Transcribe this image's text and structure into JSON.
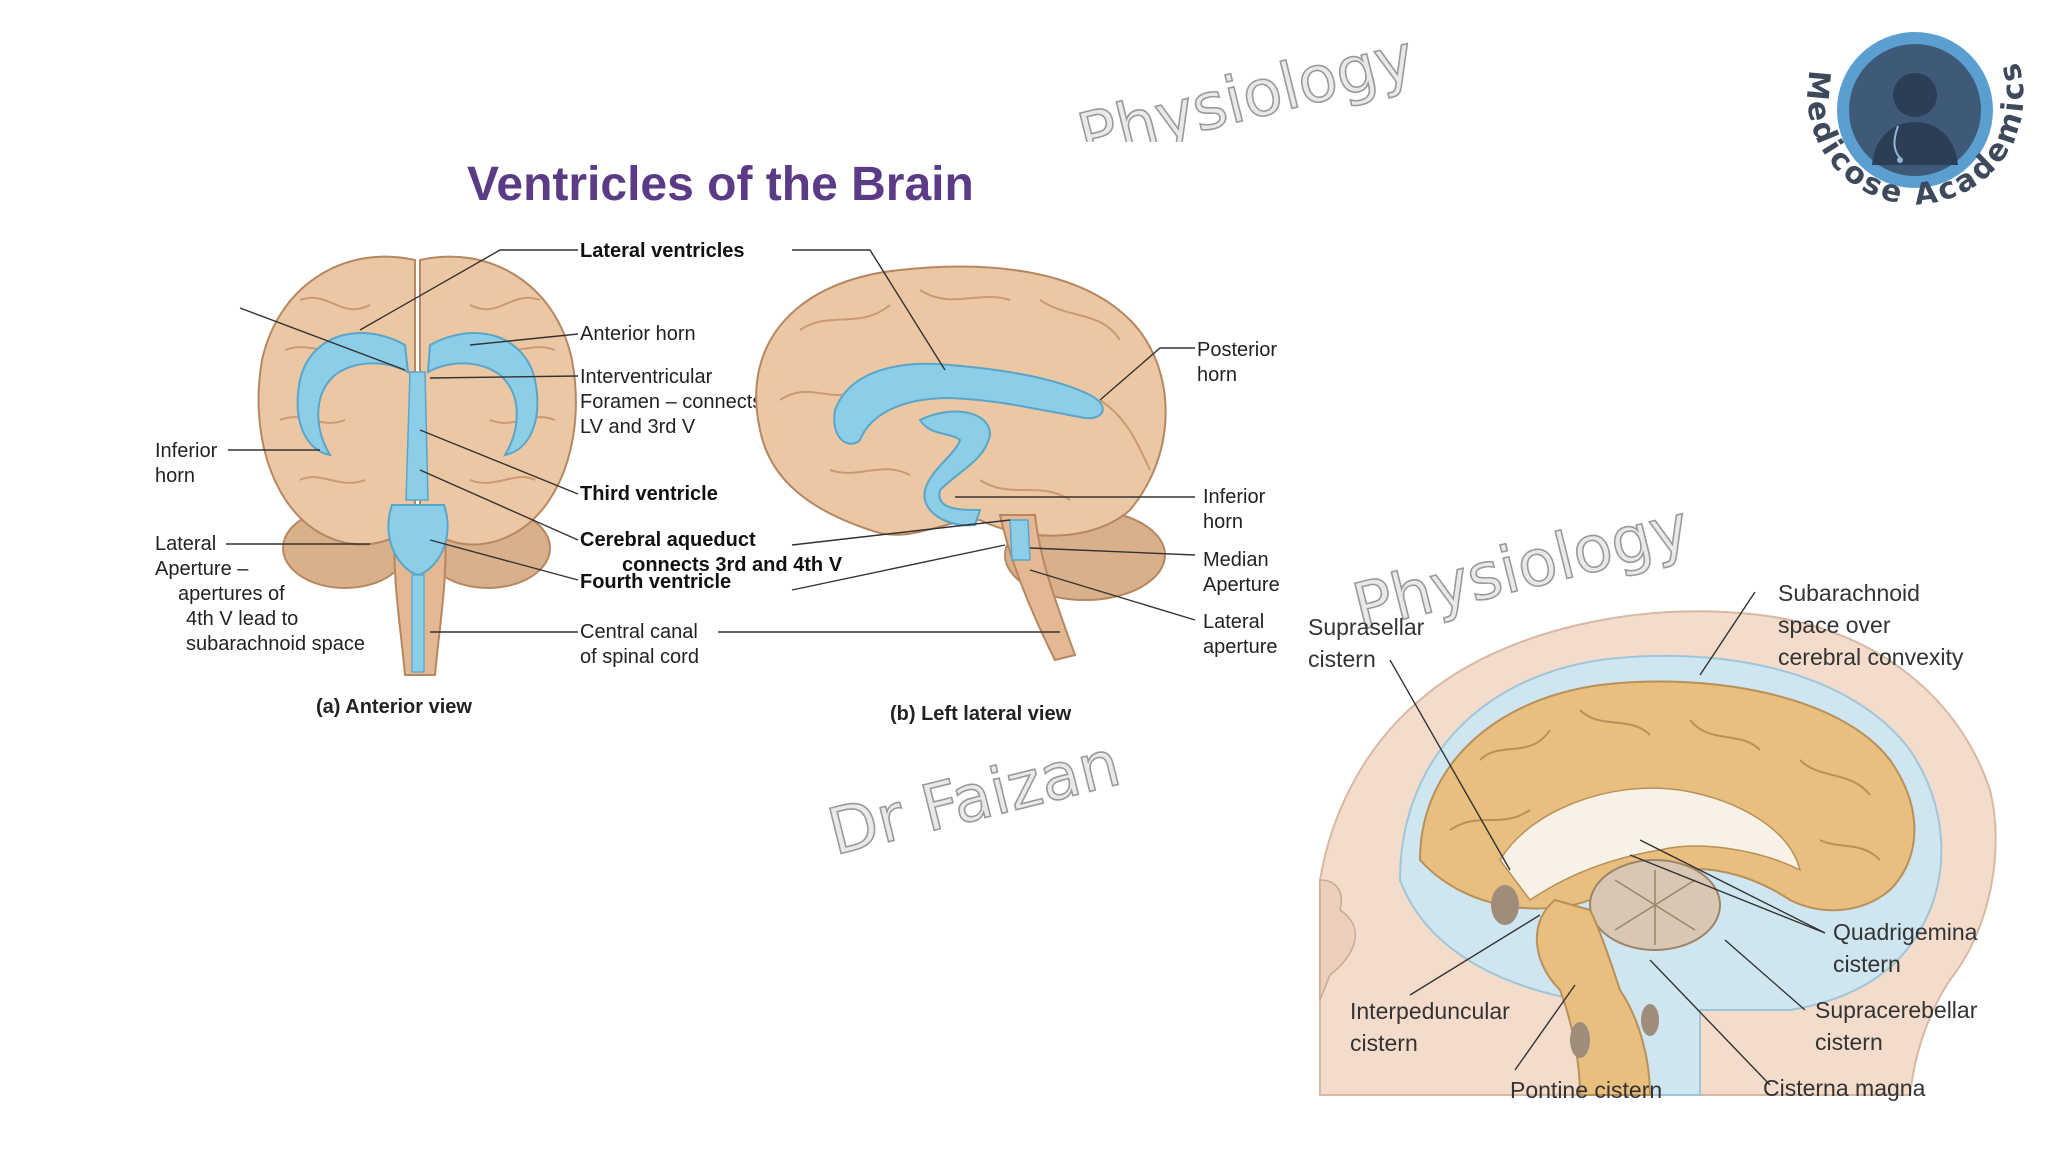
{
  "slide": {
    "title": "Ventricles of the Brain",
    "watermark_top": "Physiology",
    "watermark_left": "Dr Faizan",
    "watermark_right": "Physiology",
    "logo": {
      "text": "Medicose Academics",
      "icon": "doctor-avatar-icon"
    }
  },
  "anterior": {
    "caption": "(a) Anterior view",
    "labels": {
      "lateral_ventricles": "Lateral ventricles",
      "anterior_horn": "Anterior horn",
      "interventricular_1": "Interventricular",
      "interventricular_2": "Foramen – connects",
      "interventricular_3": "LV and 3rd V",
      "third_ventricle": "Third ventricle",
      "cerebral_aqueduct_1": "Cerebral aqueduct",
      "cerebral_aqueduct_2": "connects 3rd and 4th V",
      "fourth_ventricle": "Fourth ventricle",
      "central_canal_1": "Central canal",
      "central_canal_2": "of spinal cord",
      "inferior_horn_1": "Inferior",
      "inferior_horn_2": "horn",
      "lateral_aperture_1": "Lateral",
      "lateral_aperture_2": "Aperture –",
      "lateral_aperture_3": "apertures of",
      "lateral_aperture_4": "4th V lead to",
      "lateral_aperture_5": "subarachnoid space"
    }
  },
  "lateral": {
    "caption": "(b) Left lateral view",
    "labels": {
      "posterior_horn_1": "Posterior",
      "posterior_horn_2": "horn",
      "inferior_horn_1": "Inferior",
      "inferior_horn_2": "horn",
      "median_aperture_1": "Median",
      "median_aperture_2": "Aperture",
      "lateral_aperture_1": "Lateral",
      "lateral_aperture_2": "aperture"
    }
  },
  "sagittal": {
    "labels": {
      "suprasellar_1": "Suprasellar",
      "suprasellar_2": "cistern",
      "subarachnoid_1": "Subarachnoid",
      "subarachnoid_2": "space over",
      "subarachnoid_3": "cerebral convexity",
      "quadrigeminal_1": "Quadrigemina",
      "quadrigeminal_2": "cistern",
      "supracerebellar_1": "Supracerebellar",
      "supracerebellar_2": "cistern",
      "interpeduncular_1": "Interpeduncular",
      "interpeduncular_2": "cistern",
      "pontine": "Pontine cistern",
      "magna": "Cisterna magna"
    }
  },
  "colors": {
    "title": "#5b3a86",
    "brain": "#e8c09c",
    "ventricle": "#8ccde8",
    "csf_space": "#cfe6f0",
    "sagittal_brain": "#e8bf7e",
    "skin": "#f3dccb",
    "logo_ring": "#5b9fd0"
  }
}
